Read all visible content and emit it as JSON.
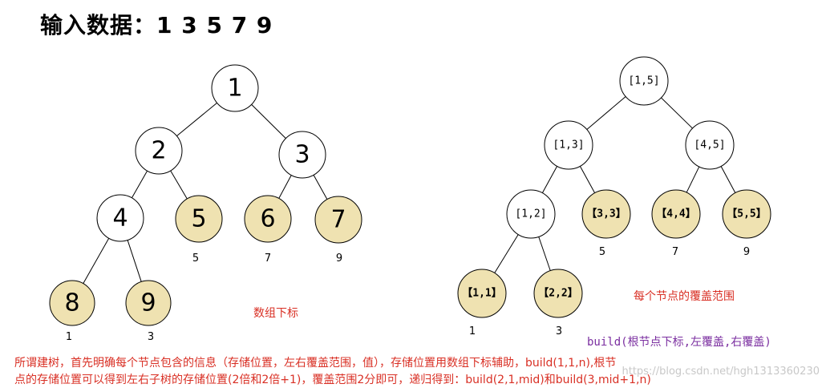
{
  "title": "输入数据：1 3 5 7 9",
  "colors": {
    "leaf_fill": "#efe2b1",
    "internal_fill": "#ffffff",
    "stroke": "#000000",
    "caption_red": "#d93025",
    "caption_purple": "#7b2fa0"
  },
  "left_tree": {
    "nodes": [
      {
        "id": "1",
        "label": "1",
        "leaf": false
      },
      {
        "id": "2",
        "label": "2",
        "leaf": false
      },
      {
        "id": "3",
        "label": "3",
        "leaf": false
      },
      {
        "id": "4",
        "label": "4",
        "leaf": false
      },
      {
        "id": "5",
        "label": "5",
        "leaf": true,
        "value": "5"
      },
      {
        "id": "6",
        "label": "6",
        "leaf": true,
        "value": "7"
      },
      {
        "id": "7",
        "label": "7",
        "leaf": true,
        "value": "9"
      },
      {
        "id": "8",
        "label": "8",
        "leaf": true,
        "value": "1"
      },
      {
        "id": "9",
        "label": "9",
        "leaf": true,
        "value": "3"
      }
    ],
    "edges": [
      [
        "1",
        "2"
      ],
      [
        "1",
        "3"
      ],
      [
        "2",
        "4"
      ],
      [
        "2",
        "5"
      ],
      [
        "3",
        "6"
      ],
      [
        "3",
        "7"
      ],
      [
        "4",
        "8"
      ],
      [
        "4",
        "9"
      ]
    ],
    "caption": "数组下标"
  },
  "right_tree": {
    "nodes": [
      {
        "id": "r15",
        "label": "[1,5]",
        "leaf": false
      },
      {
        "id": "r13",
        "label": "[1,3]",
        "leaf": false
      },
      {
        "id": "r45",
        "label": "[4,5]",
        "leaf": false
      },
      {
        "id": "r12",
        "label": "[1,2]",
        "leaf": false
      },
      {
        "id": "r33",
        "label": "【3,3】",
        "leaf": true,
        "value": "5"
      },
      {
        "id": "r44",
        "label": "【4,4】",
        "leaf": true,
        "value": "7"
      },
      {
        "id": "r55",
        "label": "【5,5】",
        "leaf": true,
        "value": "9"
      },
      {
        "id": "r11",
        "label": "【1,1】",
        "leaf": true,
        "value": "1"
      },
      {
        "id": "r22",
        "label": "【2,2】",
        "leaf": true,
        "value": "3"
      }
    ],
    "edges": [
      [
        "r15",
        "r13"
      ],
      [
        "r15",
        "r45"
      ],
      [
        "r13",
        "r12"
      ],
      [
        "r13",
        "r33"
      ],
      [
        "r45",
        "r44"
      ],
      [
        "r45",
        "r55"
      ],
      [
        "r12",
        "r11"
      ],
      [
        "r12",
        "r22"
      ]
    ],
    "caption": "每个节点的覆盖范围",
    "build_caption": "build(根节点下标,左覆盖,右覆盖)"
  },
  "description": [
    "所谓建树，首先明确每个节点包含的信息（存储位置，左右覆盖范围，值），存储位置用数组下标辅助，build(1,1,n),根节",
    "点的存储位置可以得到左右子树的存储位置(2倍和2倍+1)，覆盖范围2分即可，递归得到：build(2,1,mid)和build(3,mid+1,n)"
  ],
  "watermark": "https://blog.csdn.net/hgh1313360230"
}
